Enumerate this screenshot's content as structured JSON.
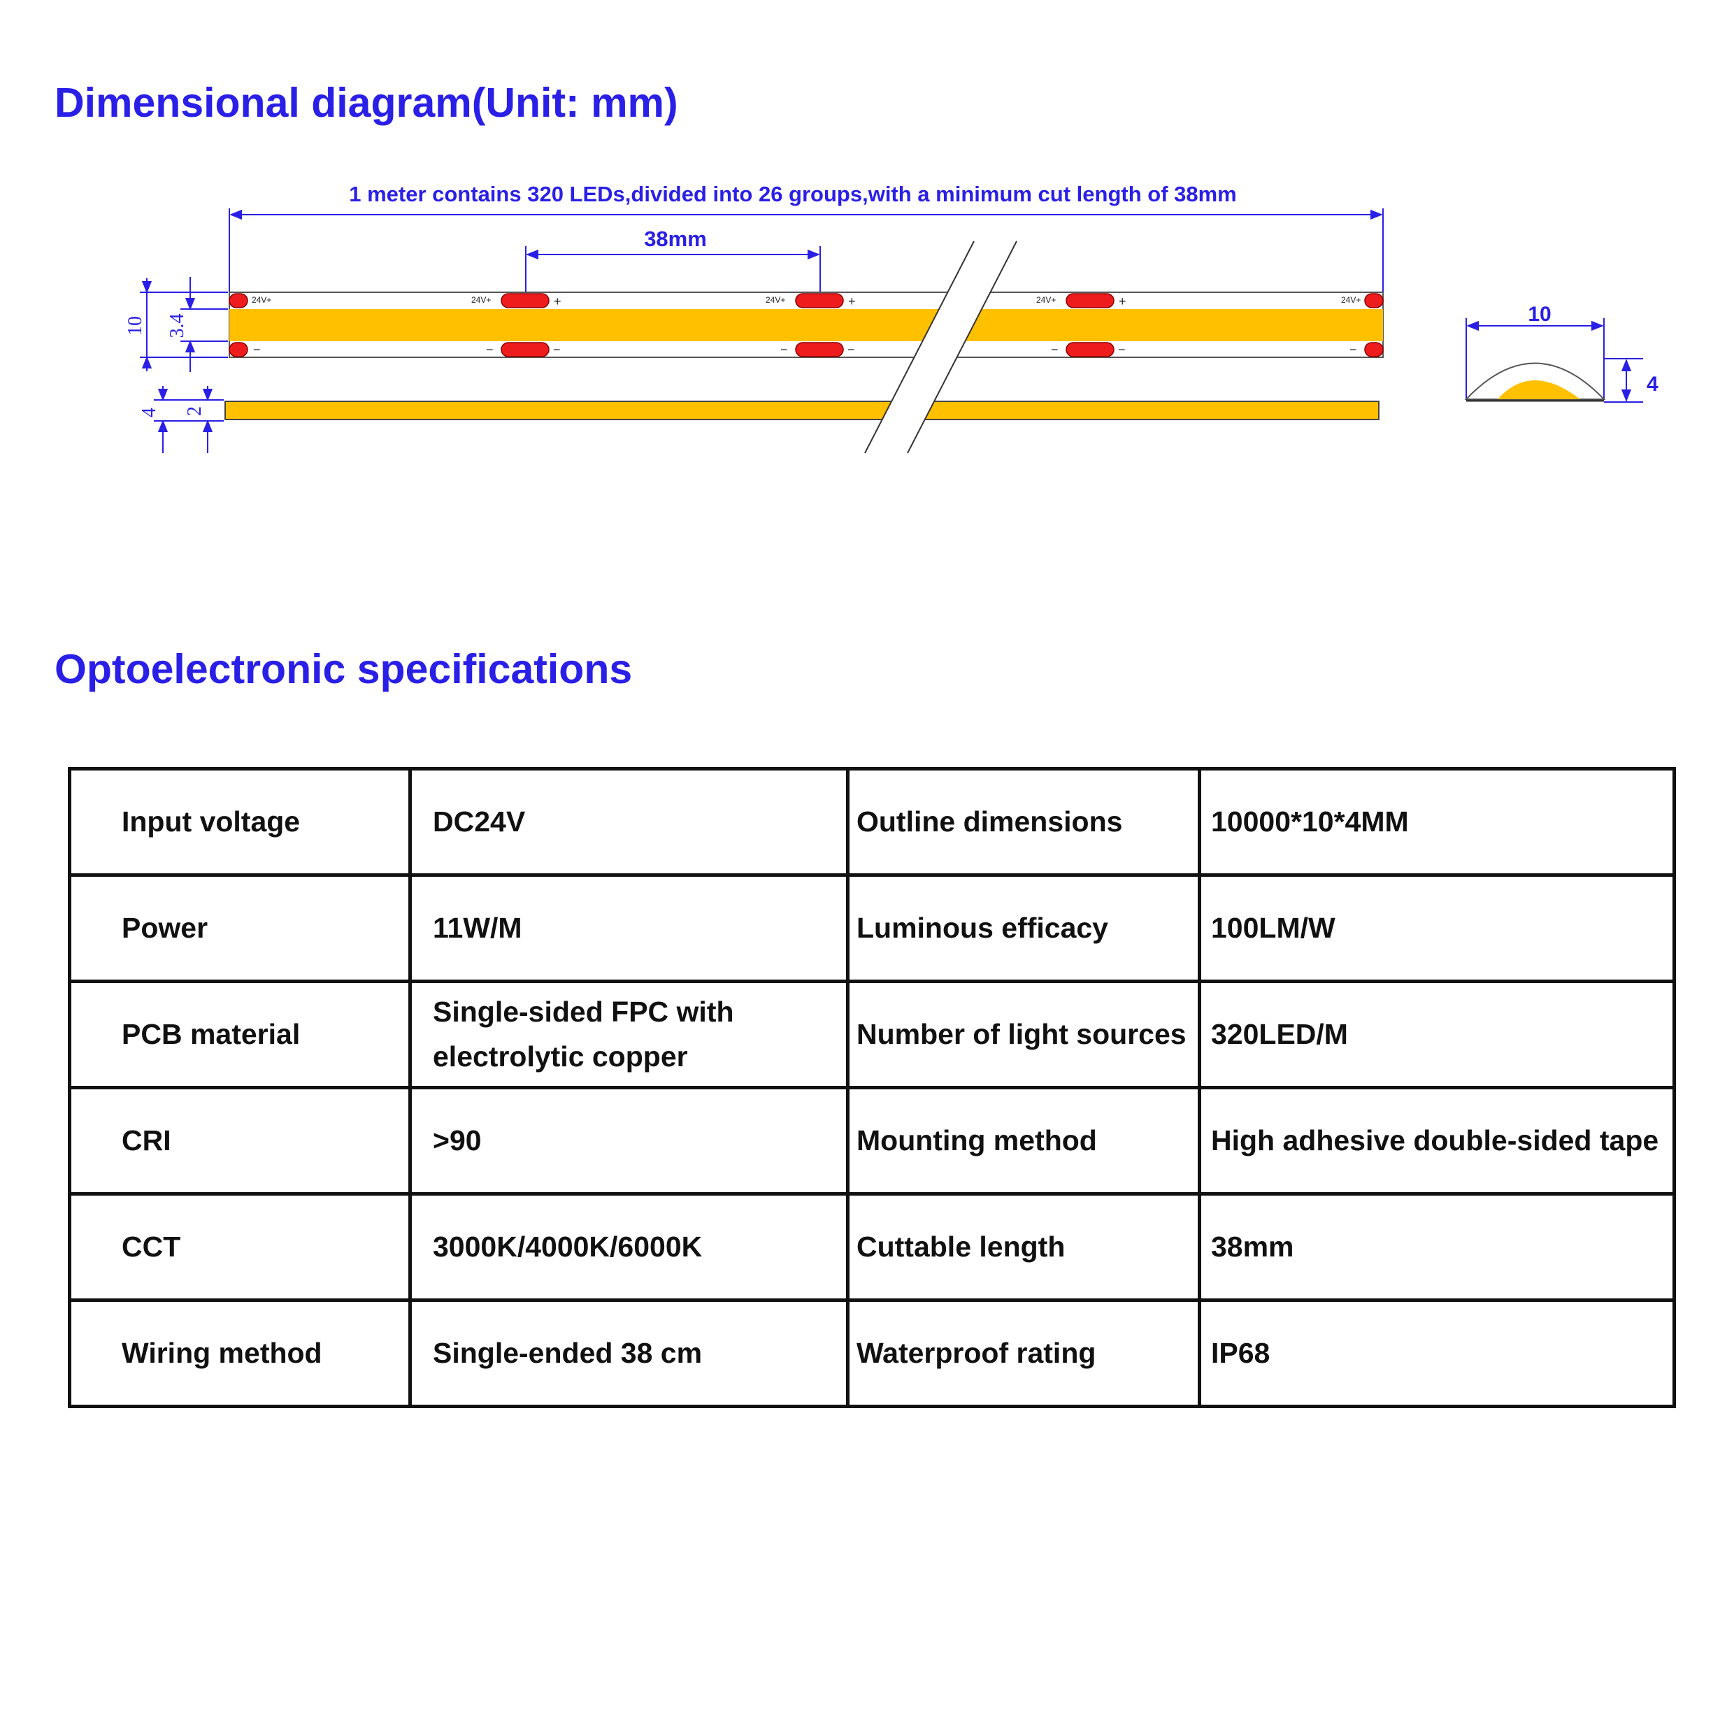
{
  "headings": {
    "dimensional": "Dimensional diagram(Unit: mm)",
    "optoelectronic": "Optoelectronic specifications"
  },
  "diagram": {
    "top_note": "1 meter contains 320 LEDs,divided into 26 groups,with a minimum cut length of 38mm",
    "cut_length_label": "38mm",
    "strip_width": "10",
    "cob_width": "3.4",
    "profile_height": "4",
    "pcb_thickness": "2",
    "section_width": "10",
    "section_height": "4",
    "voltage_mark": "24V+",
    "plus_mark": "+",
    "minus_mark": "−",
    "colors": {
      "annotation": "#2a1fe6",
      "cob_strip": "#ffc000",
      "solder_pad": "#ee1c1c"
    }
  },
  "specs": {
    "rows": [
      {
        "label_a": "Input voltage",
        "value_a": "DC24V",
        "label_b": "Outline dimensions",
        "value_b": "10000*10*4MM"
      },
      {
        "label_a": "Power",
        "value_a": "11W/M",
        "label_b": "Luminous efficacy",
        "value_b": "100LM/W"
      },
      {
        "label_a": "PCB material",
        "value_a_line1": "Single-sided FPC with",
        "value_a_line2": "electrolytic copper",
        "label_b": "Number of light sources",
        "value_b": "320LED/M"
      },
      {
        "label_a": "CRI",
        "value_a": ">90",
        "label_b": "Mounting method",
        "value_b": "High adhesive double-sided tape"
      },
      {
        "label_a": "CCT",
        "value_a": "3000K/4000K/6000K",
        "label_b": "Cuttable length",
        "value_b": "38mm"
      },
      {
        "label_a": "Wiring method",
        "value_a": "Single-ended 38 cm",
        "label_b": "Waterproof rating",
        "value_b": "IP68"
      }
    ]
  }
}
